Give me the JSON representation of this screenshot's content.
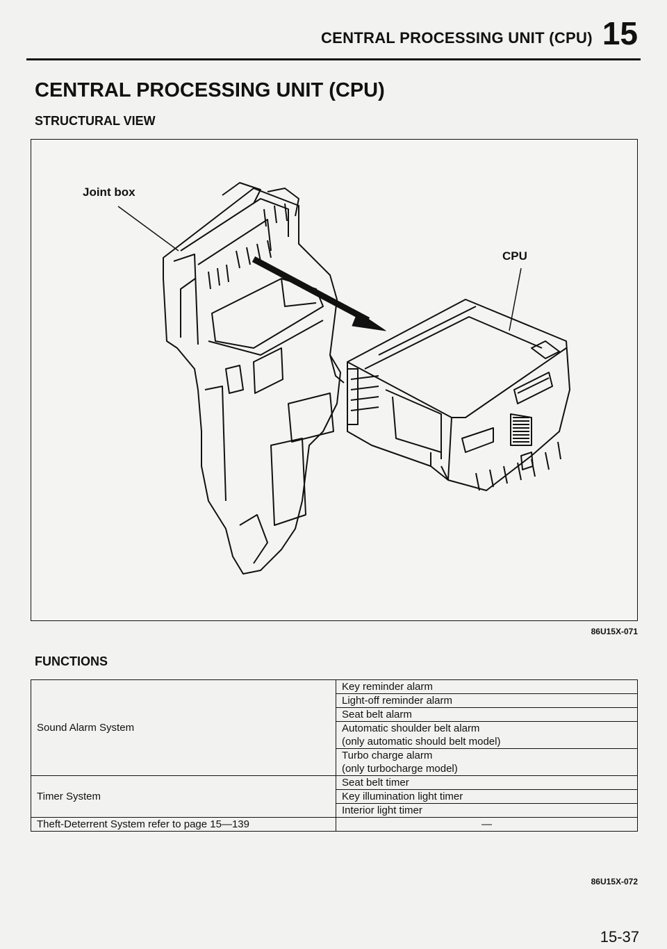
{
  "header": {
    "title": "CENTRAL PROCESSING UNIT (CPU)",
    "chapter": "15"
  },
  "title": "CENTRAL PROCESSING UNIT (CPU)",
  "subtitle": "STRUCTURAL VIEW",
  "figure": {
    "label_joint_box": "Joint box",
    "label_cpu": "CPU",
    "code": "86U15X-071"
  },
  "functions": {
    "heading": "FUNCTIONS",
    "groups": [
      {
        "name": "Sound Alarm System",
        "items": [
          "Key reminder alarm",
          "Light-off reminder alarm",
          "Seat belt alarm",
          "Automatic shoulder belt alarm",
          "(only automatic should belt model)",
          "Turbo charge alarm",
          "(only turbocharge model)"
        ]
      },
      {
        "name": "Timer System",
        "items": [
          "Seat belt timer",
          "Key illumination light timer",
          "Interior light timer"
        ]
      },
      {
        "name": "Theft-Deterrent System refer to page 15—139",
        "items": [
          "—"
        ]
      }
    ],
    "code": "86U15X-072"
  },
  "page_number": "15-37"
}
